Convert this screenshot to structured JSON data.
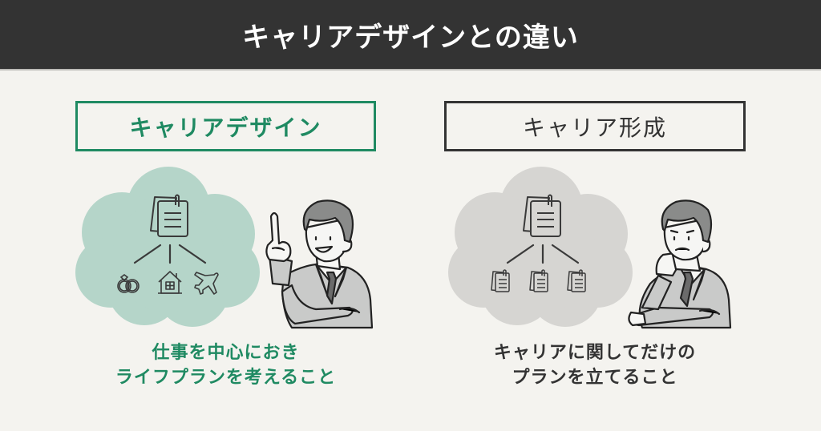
{
  "header": {
    "title": "キャリアデザインとの違い",
    "bg_color": "#333333"
  },
  "colors": {
    "background": "#f4f3ef",
    "accent_green": "#1f8a62",
    "dark": "#333333",
    "cloud_green": "#b5d5c9",
    "cloud_gray": "#d6d5d2",
    "suit_gray": "#c9cac9"
  },
  "left": {
    "label": "キャリアデザイン",
    "cloud_icons": {
      "top": "memo-icon",
      "children": [
        "wedding-rings-icon",
        "house-icon",
        "airplane-icon"
      ]
    },
    "person": "businessman-pointing-up",
    "caption_lines": [
      "仕事を中心におき",
      "ライフプランを考えること"
    ]
  },
  "right": {
    "label": "キャリア形成",
    "cloud_icons": {
      "top": "memo-icon",
      "children": [
        "memo-icon",
        "memo-icon",
        "memo-icon"
      ]
    },
    "person": "businessman-thinking",
    "caption_lines": [
      "キャリアに関してだけの",
      "プランを立てること"
    ]
  }
}
